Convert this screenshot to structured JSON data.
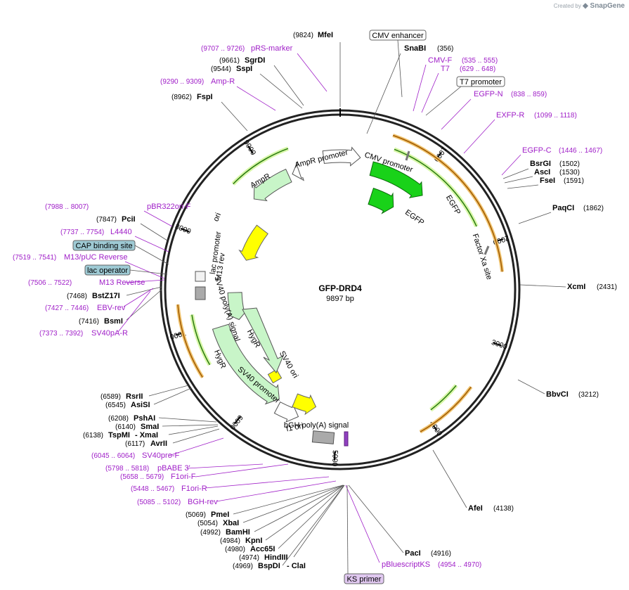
{
  "credit": {
    "prefix": "Created by",
    "brand": "SnapGene"
  },
  "plasmid": {
    "name": "GFP-DRD4",
    "length": "9897 bp"
  },
  "ticks": [
    "1000",
    "2000",
    "3000",
    "4000",
    "5000",
    "6000",
    "7000",
    "8000",
    "9000"
  ],
  "features": [
    {
      "key": "cmv",
      "label": "CMV promoter",
      "color": "#ffffff"
    },
    {
      "key": "egfp",
      "label": "EGFP",
      "color": "#19d219"
    },
    {
      "key": "factor",
      "label": "Factor Xa site",
      "color": "#999999"
    },
    {
      "key": "bgh",
      "label": "bGH poly(A) signal",
      "color": "#999999"
    },
    {
      "key": "f1",
      "label": "f1 ori",
      "color": "#ffff00"
    },
    {
      "key": "sv40p",
      "label": "SV40 promoter",
      "color": "#ffffff"
    },
    {
      "key": "hygr",
      "label": "HygR",
      "color": "#c8f5c8"
    },
    {
      "key": "sv40pa",
      "label": "SV40 poly(A) signal",
      "color": "#999999"
    },
    {
      "key": "lacp",
      "label": "lac promoter",
      "color": "#ffffff"
    },
    {
      "key": "ori",
      "label": "ori",
      "color": "#ffff00"
    },
    {
      "key": "ampr",
      "label": "AmpR",
      "color": "#c8f5c8"
    },
    {
      "key": "amprp",
      "label": "AmpR promoter",
      "color": "#ffffff"
    },
    {
      "key": "sv40ori",
      "label": "SV40 ori",
      "color": "#ffff00"
    },
    {
      "key": "m13rev",
      "label": "M13 rev",
      "color": "#999999"
    }
  ],
  "boxed_labels": [
    {
      "key": "cmv_enh",
      "label": "CMV enhancer",
      "bg": "#ffffff"
    },
    {
      "key": "t7p",
      "label": "T7 promoter",
      "bg": "#ffffff"
    },
    {
      "key": "cap",
      "label": "CAP binding site",
      "bg": "#9ecad4"
    },
    {
      "key": "lacop",
      "label": "lac operator",
      "bg": "#9ecad4"
    },
    {
      "key": "ks",
      "label": "KS primer",
      "bg": "#e0c8f0"
    }
  ],
  "enzymes": [
    {
      "key": "mfei",
      "name": "MfeI",
      "pos": "(9824)"
    },
    {
      "key": "snabi",
      "name": "SnaBI",
      "pos": "(356)"
    },
    {
      "key": "sgrdi",
      "name": "SgrDI",
      "pos": "(9661)"
    },
    {
      "key": "sspi",
      "name": "SspI",
      "pos": "(9544)"
    },
    {
      "key": "fspi",
      "name": "FspI",
      "pos": "(8962)"
    },
    {
      "key": "bsrgi",
      "name": "BsrGI",
      "pos": "(1502)"
    },
    {
      "key": "asci",
      "name": "AscI",
      "pos": "(1530)"
    },
    {
      "key": "fsei",
      "name": "FseI",
      "pos": "(1591)"
    },
    {
      "key": "paqci",
      "name": "PaqCI",
      "pos": "(1862)"
    },
    {
      "key": "pcii",
      "name": "PciI",
      "pos": "(7847)"
    },
    {
      "key": "bstz17i",
      "name": "BstZ17I",
      "pos": "(7468)"
    },
    {
      "key": "bsmi",
      "name": "BsmI",
      "pos": "(7416)"
    },
    {
      "key": "xcmi",
      "name": "XcmI",
      "pos": "(2431)"
    },
    {
      "key": "bbvci",
      "name": "BbvCI",
      "pos": "(3212)"
    },
    {
      "key": "rsrii",
      "name": "RsrII",
      "pos": "(6589)"
    },
    {
      "key": "asisi",
      "name": "AsiSI",
      "pos": "(6545)"
    },
    {
      "key": "pshai",
      "name": "PshAI",
      "pos": "(6208)"
    },
    {
      "key": "smai",
      "name": "SmaI",
      "pos": "(6140)"
    },
    {
      "key": "tspmi",
      "name": "TspMI",
      "pos": "(6138)",
      "extra": "- XmaI"
    },
    {
      "key": "avrii",
      "name": "AvrII",
      "pos": "(6117)"
    },
    {
      "key": "afei",
      "name": "AfeI",
      "pos": "(4138)"
    },
    {
      "key": "pmei",
      "name": "PmeI",
      "pos": "(5069)"
    },
    {
      "key": "xbai",
      "name": "XbaI",
      "pos": "(5054)"
    },
    {
      "key": "bamhi",
      "name": "BamHI",
      "pos": "(4992)"
    },
    {
      "key": "kpni",
      "name": "KpnI",
      "pos": "(4984)"
    },
    {
      "key": "acc65i",
      "name": "Acc65I",
      "pos": "(4980)"
    },
    {
      "key": "hindiii",
      "name": "HindIII",
      "pos": "(4974)"
    },
    {
      "key": "bspdi",
      "name": "BspDI",
      "pos": "(4969)",
      "extra": "- ClaI"
    },
    {
      "key": "paci",
      "name": "PacI",
      "pos": "(4916)"
    }
  ],
  "primers": [
    {
      "key": "prs",
      "name": "pRS-marker",
      "pos": "(9707 .. 9726)"
    },
    {
      "key": "ampr_p",
      "name": "Amp-R",
      "pos": "(9290 .. 9309)"
    },
    {
      "key": "cmvf",
      "name": "CMV-F",
      "pos": "(535 .. 555)"
    },
    {
      "key": "t7",
      "name": "T7",
      "pos": "(629 .. 648)"
    },
    {
      "key": "egfpn",
      "name": "EGFP-N",
      "pos": "(838 .. 859)"
    },
    {
      "key": "exfpr",
      "name": "EXFP-R",
      "pos": "(1099 .. 1118)"
    },
    {
      "key": "egfpc",
      "name": "EGFP-C",
      "pos": "(1446 .. 1467)"
    },
    {
      "key": "pbr322",
      "name": "pBR322ori-F",
      "pos": "(7988 .. 8007)"
    },
    {
      "key": "l4440",
      "name": "L4440",
      "pos": "(7737 .. 7754)"
    },
    {
      "key": "m13puc",
      "name": "M13/pUC Reverse",
      "pos": "(7519 .. 7541)"
    },
    {
      "key": "m13r",
      "name": "M13 Reverse",
      "pos": "(7506 .. 7522)"
    },
    {
      "key": "ebv",
      "name": "EBV-rev",
      "pos": "(7427 .. 7446)"
    },
    {
      "key": "sv40par",
      "name": "SV40pA-R",
      "pos": "(7373 .. 7392)"
    },
    {
      "key": "sv40prof",
      "name": "SV40pro-F",
      "pos": "(6045 .. 6064)"
    },
    {
      "key": "pbabe",
      "name": "pBABE 3'",
      "pos": "(5798 .. 5818)"
    },
    {
      "key": "f1orif",
      "name": "F1ori-F",
      "pos": "(5658 .. 5679)"
    },
    {
      "key": "f1orir",
      "name": "F1ori-R",
      "pos": "(5448 .. 5467)"
    },
    {
      "key": "bghrev",
      "name": "BGH-rev",
      "pos": "(5085 .. 5102)"
    },
    {
      "key": "pbks",
      "name": "pBluescriptKS",
      "pos": "(4954 .. 4970)"
    }
  ]
}
